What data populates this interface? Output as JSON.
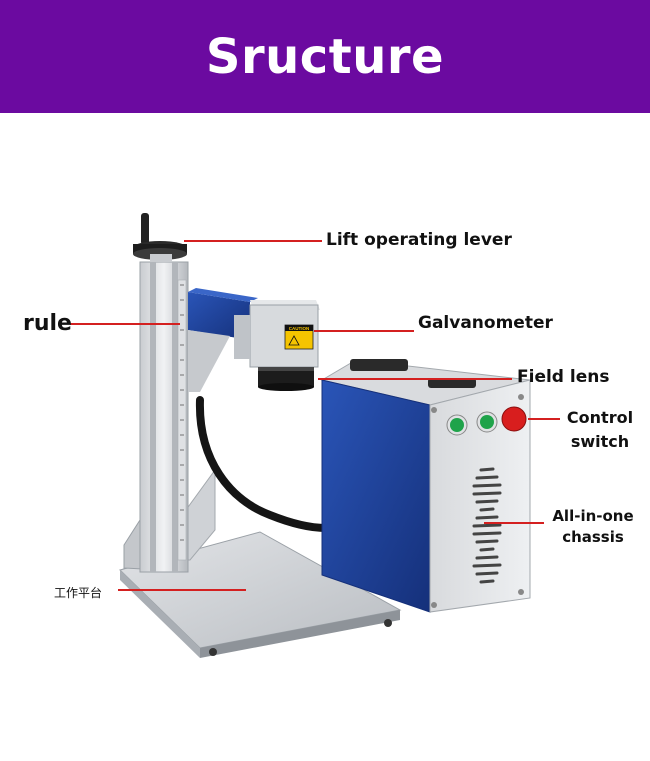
{
  "header": {
    "title": "Sructure"
  },
  "labels": {
    "lift_lever": "Lift operating lever",
    "rule": "rule",
    "galvanometer": "Galvanometer",
    "field_lens": "Field lens",
    "control_switch_line1": "Control",
    "control_switch_line2": "switch",
    "chassis_line1": "All-in-one",
    "chassis_line2": "chassis",
    "work_table": "工作平台",
    "caution_sticker": "CAUTION"
  },
  "colors": {
    "header_bg": "#6b0aa0",
    "leader_line": "#d42020",
    "chassis_blue": "#1e3f9a",
    "button_green": "#1fa34a",
    "button_red": "#d81e1e"
  }
}
